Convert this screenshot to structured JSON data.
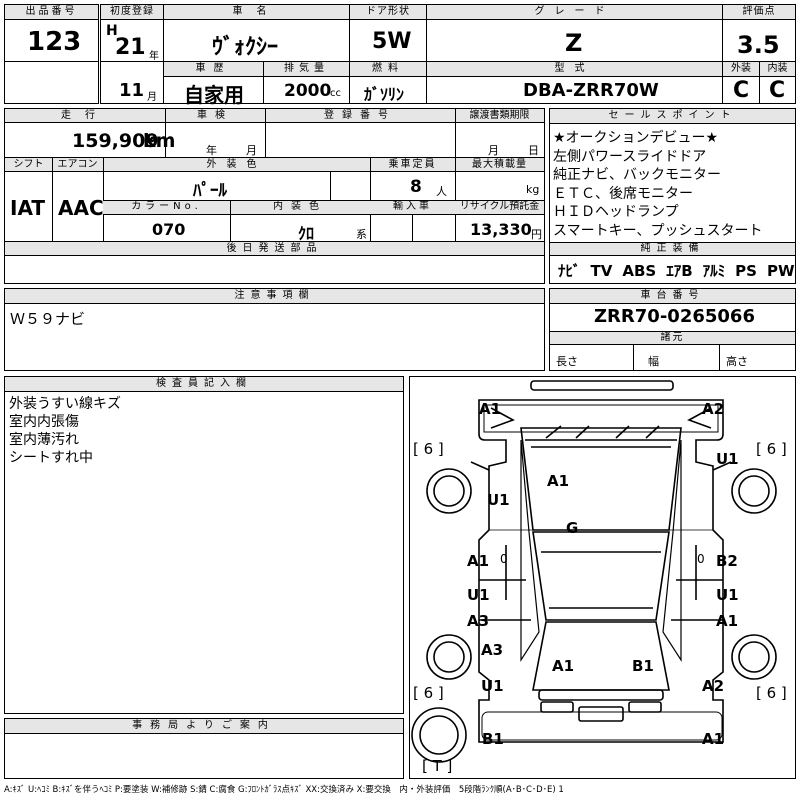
{
  "row1": {
    "lot_label": "出品番号",
    "lot_value": "123",
    "reg_label": "初度登録",
    "era_mark": "H",
    "year_value": "21",
    "year_unit": "年",
    "month_value": "11",
    "month_unit": "月",
    "car_name_label": "車名",
    "car_name_value": "ｳﾞｫｸｼｰ",
    "door_label": "ドア形状",
    "door_value": "5W",
    "grade_label": "グレード",
    "grade_value": "Z",
    "score_label": "評価点",
    "score_value": "3.5",
    "history_label": "車歴",
    "history_value": "自家用",
    "displacement_label": "排気量",
    "displacement_value": "2000",
    "displacement_unit": "cc",
    "fuel_label": "燃料",
    "fuel_value": "ｶﾞｿﾘﾝ",
    "model_label": "型式",
    "model_value": "DBA-ZRR70W",
    "ext_label": "外装",
    "ext_value": "C",
    "int_label": "内装",
    "int_value": "C"
  },
  "row2": {
    "mileage_label": "走行",
    "mileage_value": "159,909",
    "mileage_unit": "km",
    "inspection_label": "車検",
    "inspection_year_unit": "年",
    "inspection_month_unit": "月",
    "regno_label": "登録番号",
    "transfer_label": "譲渡書類期限",
    "transfer_month_unit": "月",
    "transfer_day_unit": "日",
    "shift_label": "シフト",
    "shift_value": "IAT",
    "ac_label": "エアコン",
    "ac_value": "AAC",
    "color_label": "外装色",
    "color_value": "ﾊﾟｰﾙ",
    "capacity_label": "乗車定員",
    "capacity_value": "8",
    "capacity_unit": "人",
    "load_label": "最大積載量",
    "load_unit": "kg",
    "colorno_label": "カラーNo.",
    "colorno_value": "070",
    "interior_label": "内装色",
    "interior_value": "ｸﾛ",
    "interior_unit": "系",
    "import_label": "輸入車",
    "recycle_label": "リサイクル預託金",
    "recycle_value": "13,330",
    "recycle_unit": "円",
    "later_label": "後日発送部品"
  },
  "sales": {
    "label": "セールスポイント",
    "points": [
      "★オークションデビュー★",
      "左側パワースライドドア",
      "純正ナビ、バックモニター",
      "ＥＴＣ、後席モニター",
      "ＨＩＤヘッドランプ",
      "スマートキー、プッシュスタート"
    ],
    "equip_label": "純正装備",
    "equip": [
      "ﾅﾋﾞ",
      "TV",
      "ABS",
      "ｴｱB",
      "ｱﾙﾐ",
      "PS",
      "PW"
    ]
  },
  "notes": {
    "label": "注意事項欄",
    "text": "Ｗ５９ナビ"
  },
  "chassis": {
    "label": "車台番号",
    "value": "ZRR70-0265066",
    "spec_label": "諸元",
    "length_label": "長さ",
    "width_label": "幅",
    "height_label": "高さ"
  },
  "inspector": {
    "label": "検査員記入欄",
    "lines": [
      "外装うすい線キズ",
      "室内内張傷",
      "室内薄汚れ",
      "シートすれ中"
    ]
  },
  "office": {
    "label": "事務局よりご案内"
  },
  "diagram": {
    "marks": {
      "front_left_a1": "A1",
      "front_right_a2": "A2",
      "tire_fl": "[ 6 ]",
      "tire_fr": "[ 6 ]",
      "tire_rl": "[ 6 ]",
      "tire_rr": "[ 6 ]",
      "fender_fr_u1": "U1",
      "fender_fl_u1": "U1",
      "hood_a1": "A1",
      "roof_g": "G",
      "door_fl_a1": "A1",
      "door_fr_b2": "B2",
      "door_rl_u1": "U1",
      "door_rl_a3": "A3",
      "door_rr_u1": "U1",
      "door_rr_a1": "A1",
      "qtr_l_a3": "A3",
      "qtr_l_u1": "U1",
      "qtr_r_a2": "A2",
      "trunk_a1": "A1",
      "trunk_b1": "B1",
      "rear_left_b1": "B1",
      "rear_right_a1": "A1",
      "spare": "[ T ]",
      "zero_l": "0",
      "zero_r": "0"
    }
  },
  "legend": "A:ｷｽﾞ U:ﾍｺﾐ B:ｷｽﾞを伴うﾍｺﾐ P:要塗装 W:補修跡 S:錆 C:腐食 G:ﾌﾛﾝﾄｶﾞﾗｽ点ｷｽﾞ XX:交換済み X:要交換　内・外装評価　5段階ﾗﾝｸ順(A･B･C･D･E) 1"
}
